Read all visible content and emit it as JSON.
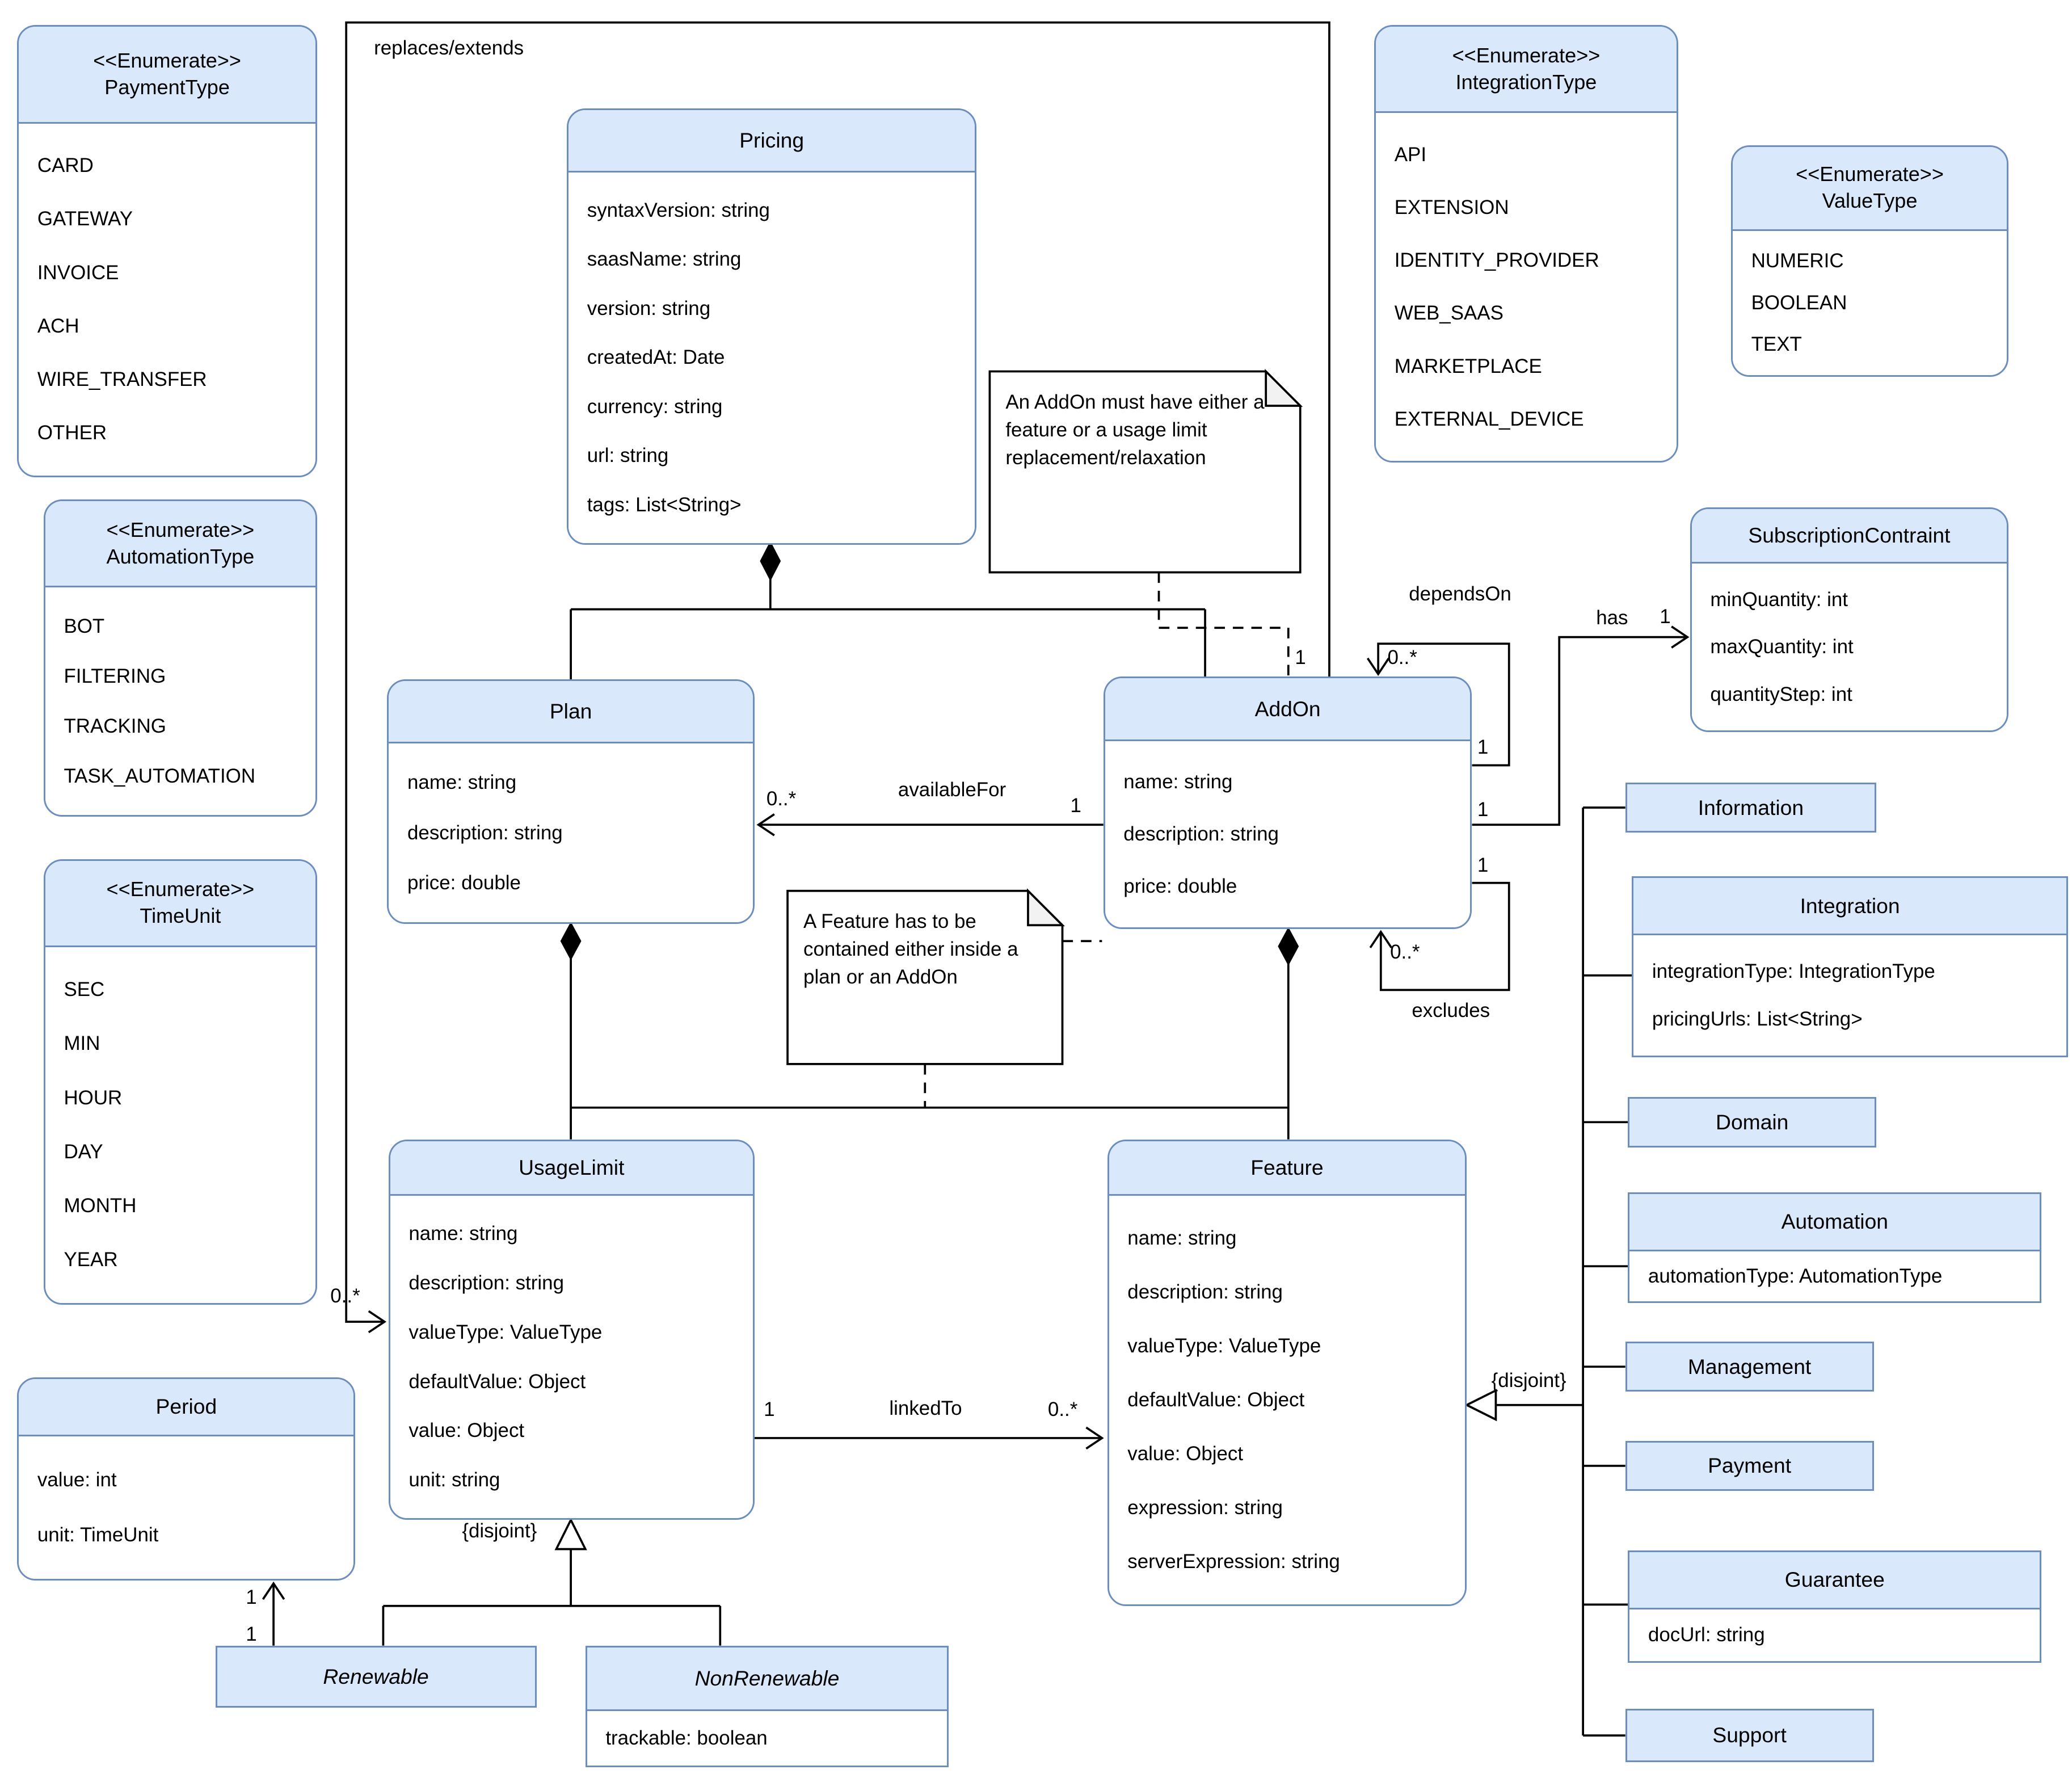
{
  "diagram": {
    "stereotype": "<<Enumerate>>",
    "colors": {
      "box_fill": "#dae8fc",
      "box_border": "#6c8ebf",
      "line": "#000000",
      "note_fold": "#f2f2f2"
    },
    "enums": {
      "payment_type": {
        "name": "PaymentType",
        "values": [
          "CARD",
          "GATEWAY",
          "INVOICE",
          "ACH",
          "WIRE_TRANSFER",
          "OTHER"
        ]
      },
      "automation_type": {
        "name": "AutomationType",
        "values": [
          "BOT",
          "FILTERING",
          "TRACKING",
          "TASK_AUTOMATION"
        ]
      },
      "time_unit": {
        "name": "TimeUnit",
        "values": [
          "SEC",
          "MIN",
          "HOUR",
          "DAY",
          "MONTH",
          "YEAR"
        ]
      },
      "integration_type": {
        "name": "IntegrationType",
        "values": [
          "API",
          "EXTENSION",
          "IDENTITY_PROVIDER",
          "WEB_SAAS",
          "MARKETPLACE",
          "EXTERNAL_DEVICE"
        ]
      },
      "value_type": {
        "name": "ValueType",
        "values": [
          "NUMERIC",
          "BOOLEAN",
          "TEXT"
        ]
      }
    },
    "classes": {
      "pricing": {
        "name": "Pricing",
        "attrs": [
          "syntaxVersion: string",
          "saasName: string",
          "version: string",
          "createdAt: Date",
          "currency: string",
          "url: string",
          "tags: List<String>"
        ]
      },
      "plan": {
        "name": "Plan",
        "attrs": [
          "name: string",
          "description: string",
          "price: double"
        ]
      },
      "addon": {
        "name": "AddOn",
        "attrs": [
          "name: string",
          "description: string",
          "price: double"
        ]
      },
      "subscription_contraint": {
        "name": "SubscriptionContraint",
        "attrs": [
          "minQuantity: int",
          "maxQuantity: int",
          "quantityStep: int"
        ]
      },
      "usage_limit": {
        "name": "UsageLimit",
        "attrs": [
          "name: string",
          "description: string",
          "valueType: ValueType",
          "defaultValue: Object",
          "value: Object",
          "unit: string"
        ]
      },
      "feature": {
        "name": "Feature",
        "attrs": [
          "name: string",
          "description: string",
          "valueType: ValueType",
          "defaultValue: Object",
          "value: Object",
          "expression: string",
          "serverExpression: string"
        ]
      },
      "period": {
        "name": "Period",
        "attrs": [
          "value: int",
          "unit: TimeUnit"
        ]
      },
      "renewable": {
        "name": "Renewable"
      },
      "nonrenewable": {
        "name": "NonRenewable",
        "attrs": [
          "trackable: boolean"
        ]
      },
      "information": {
        "name": "Information"
      },
      "integration": {
        "name": "Integration",
        "attrs": [
          "integrationType: IntegrationType",
          "pricingUrls: List<String>"
        ]
      },
      "domain": {
        "name": "Domain"
      },
      "automation": {
        "name": "Automation",
        "attrs": [
          "automationType: AutomationType"
        ]
      },
      "management": {
        "name": "Management"
      },
      "payment": {
        "name": "Payment"
      },
      "guarantee": {
        "name": "Guarantee",
        "attrs": [
          "docUrl: string"
        ]
      },
      "support": {
        "name": "Support"
      }
    },
    "notes": {
      "addon_note": "An AddOn must have either a feature or a usage limit replacement/relaxation",
      "feature_note": "A Feature has to be contained either inside a plan or an AddOn"
    },
    "assoc": {
      "replaces_extends": "replaces/extends",
      "depends_on": "dependsOn",
      "has": "has",
      "excludes": "excludes",
      "available_for": "availableFor",
      "linked_to": "linkedTo",
      "disjoint": "{disjoint}"
    },
    "mult": {
      "one": "1",
      "many": "0..*"
    }
  }
}
